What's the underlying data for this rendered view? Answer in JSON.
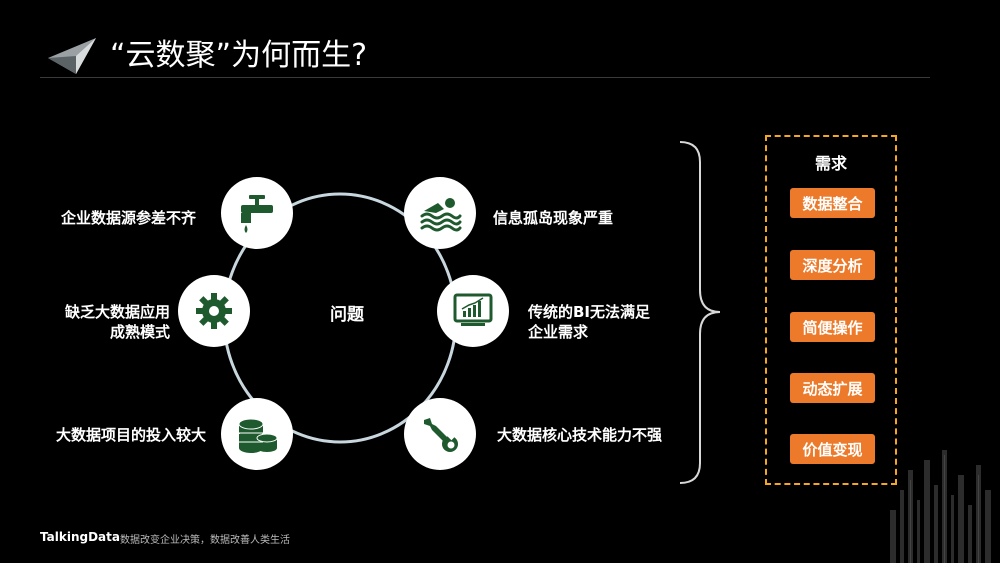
{
  "header": {
    "title": "“云数聚”为何而生?"
  },
  "diagram": {
    "center_label": "问题",
    "problems": [
      {
        "label": "企业数据源参差不齐",
        "icon": "faucet-icon"
      },
      {
        "label_line1": "缺乏大数据应用",
        "label_line2": "成熟模式",
        "icon": "gear-icon"
      },
      {
        "label": "大数据项目的投入较大",
        "icon": "coins-icon"
      },
      {
        "label": "信息孤岛现象严重",
        "icon": "swimmer-icon"
      },
      {
        "label_line1": "传统的BI无法满足",
        "label_line2": "企业需求",
        "icon": "monitor-chart-icon"
      },
      {
        "label": "大数据核心技术能力不强",
        "icon": "wrench-icon"
      }
    ]
  },
  "needs": {
    "title": "需求",
    "items": [
      "数据整合",
      "深度分析",
      "简便操作",
      "动态扩展",
      "价值变现"
    ]
  },
  "footer": {
    "brand": "TalkingData",
    "slogan": "数据改变企业决策，数据改善人类生活"
  },
  "colors": {
    "icon_green": "#1e5a2e",
    "need_orange": "#ec7a2a",
    "dashed_border": "#f5a623",
    "ring": "#c8d6de"
  }
}
